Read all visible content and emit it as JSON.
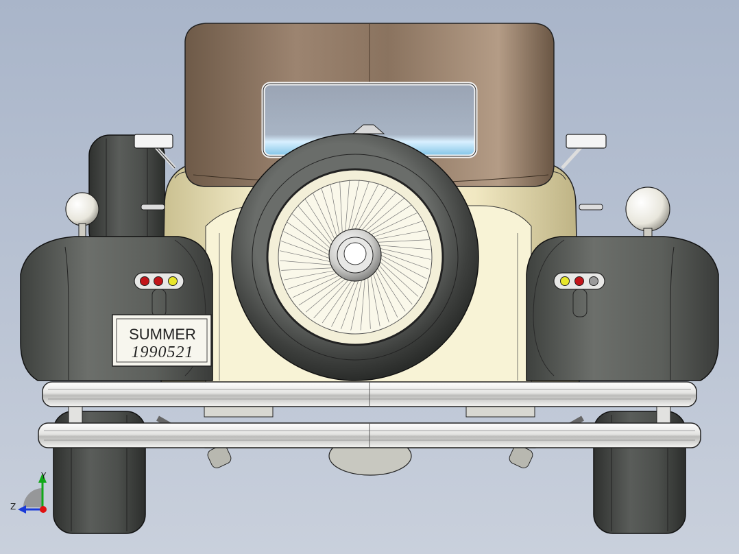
{
  "viewport": {
    "background_top": "#a9b5c9",
    "background_bottom": "#c9d0dc"
  },
  "model": {
    "license_plate": {
      "line1": "SUMMER",
      "line2": "1990521"
    },
    "colors": {
      "body": "#efe6bd",
      "roof": "#8d7660",
      "fender": "#5a5d59",
      "tire": "#4a4d4a",
      "chrome": "#ededee",
      "lamp_red": "#c2151a",
      "lamp_yellow": "#e8e62a"
    }
  },
  "triad": {
    "y_label": "Y",
    "z_label": "Z",
    "y_color": "#10a818",
    "z_color": "#1a3ad8",
    "origin_color": "#e01010"
  }
}
